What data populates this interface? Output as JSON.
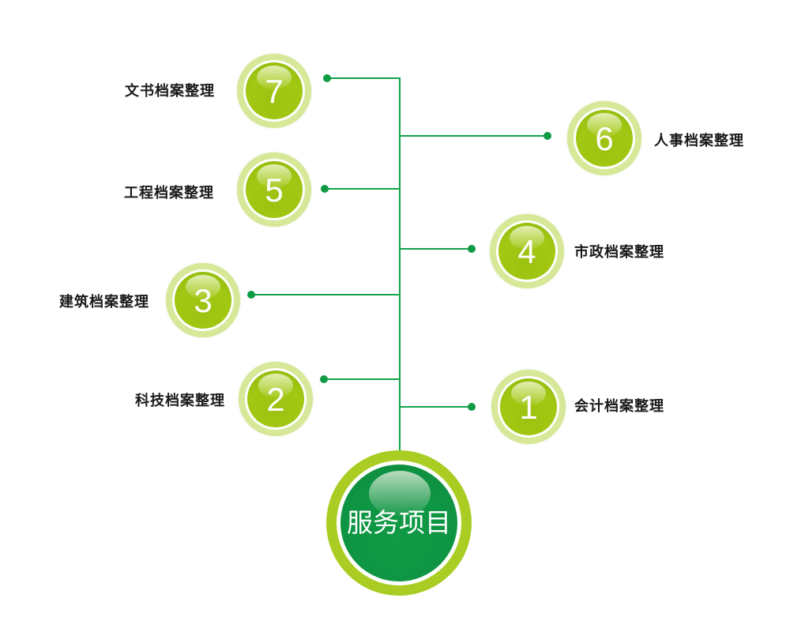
{
  "center": {
    "title": "服务项目",
    "color": "#0e9443",
    "ring_color": "#a9cc22"
  },
  "colors": {
    "line": "#12a24a",
    "node_core": "#a3c813",
    "node_ring": "#d6e796",
    "label": "#1a1a1a"
  },
  "items": [
    {
      "number": "1",
      "label": "会计档案整理",
      "side": "right"
    },
    {
      "number": "2",
      "label": "科技档案整理",
      "side": "left"
    },
    {
      "number": "3",
      "label": "建筑档案整理",
      "side": "left"
    },
    {
      "number": "4",
      "label": "市政档案整理",
      "side": "right"
    },
    {
      "number": "5",
      "label": "工程档案整理",
      "side": "left"
    },
    {
      "number": "6",
      "label": "人事档案整理",
      "side": "right"
    },
    {
      "number": "7",
      "label": "文书档案整理",
      "side": "left"
    }
  ]
}
